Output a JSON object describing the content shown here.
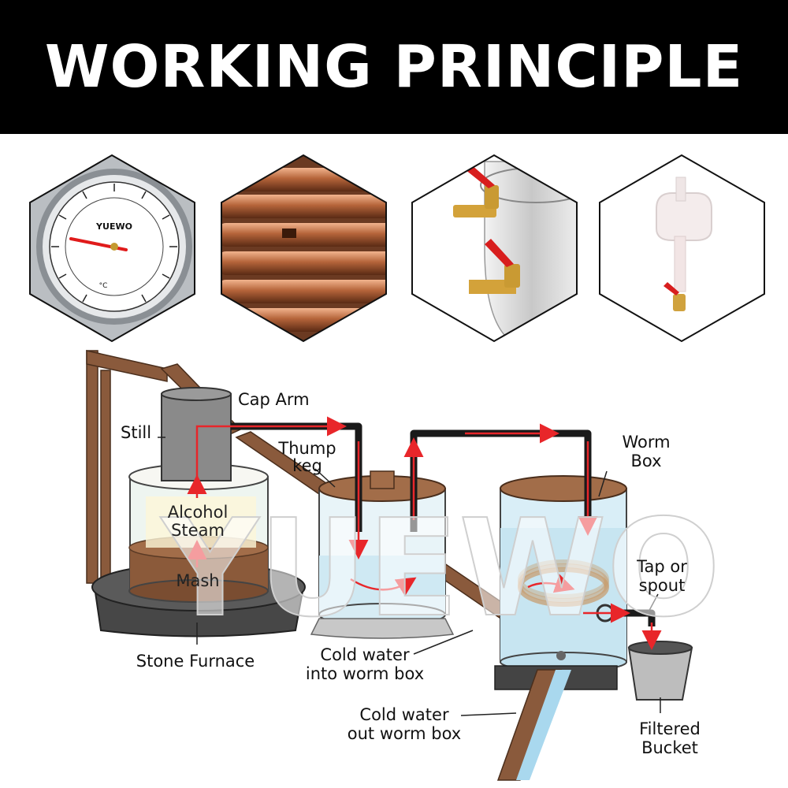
{
  "header": {
    "title": "WORKING PRINCIPLE"
  },
  "thermometer": {
    "brand": "YUEWO",
    "unit": "°C"
  },
  "labels": {
    "still": "Still",
    "cap_arm": "Cap Arm",
    "thump_keg_1": "Thump",
    "thump_keg_2": "keg",
    "worm_box_1": "Worm",
    "worm_box_2": "Box",
    "alcohol_steam_1": "Alcohol",
    "alcohol_steam_2": "Steam",
    "mash": "Mash",
    "tap_1": "Tap or",
    "tap_2": "spout",
    "stone_furnace": "Stone Furnace",
    "cold_in_1": "Cold water",
    "cold_in_2": "into worm box",
    "cold_out_1": "Cold water",
    "cold_out_2": "out worm box",
    "bucket_1": "Filtered",
    "bucket_2": "Bucket"
  },
  "watermark": "YUEWO",
  "colors": {
    "arrow": "#e8262a",
    "pipe": "#1a1a1a",
    "wood": "#8a5a3c",
    "copper": "#b46a3c",
    "water": "#d9eef7"
  }
}
